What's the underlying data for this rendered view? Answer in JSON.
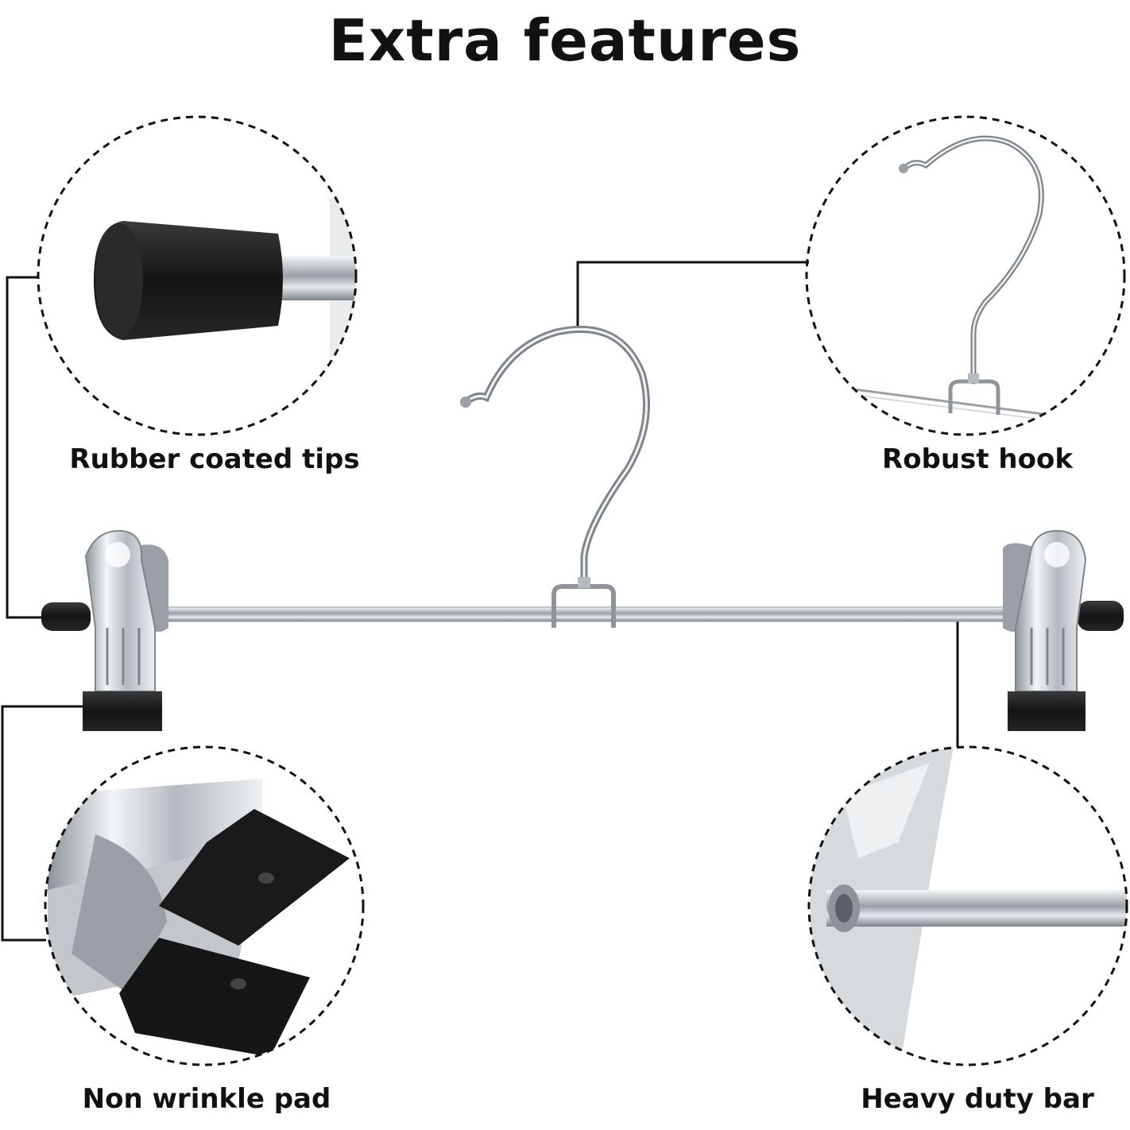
{
  "title": "Extra features",
  "features": {
    "rubber_tips": "Rubber coated tips",
    "hook": "Robust hook",
    "pad": "Non wrinkle pad",
    "bar": "Heavy duty bar"
  },
  "colors": {
    "background": "#ffffff",
    "text": "#111111",
    "rubber": "#1c1c1c",
    "chrome": "#c8ccd0"
  }
}
